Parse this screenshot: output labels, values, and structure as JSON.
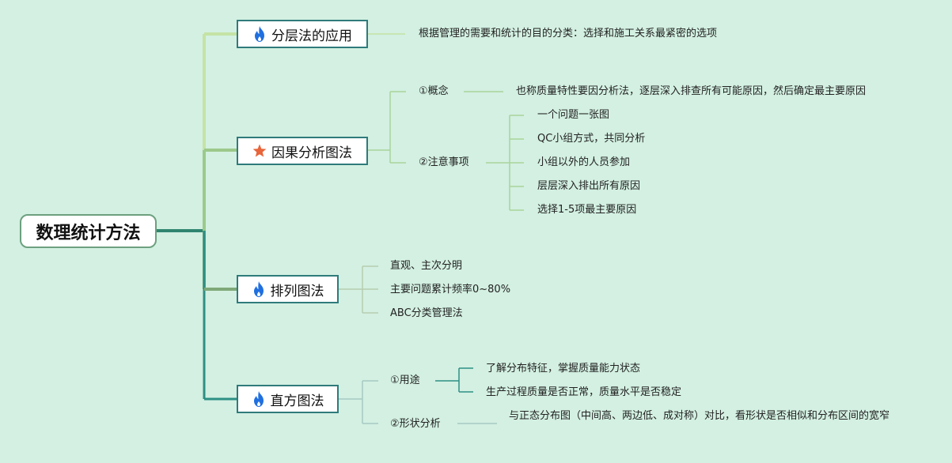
{
  "root": {
    "label": "数理统计方法"
  },
  "branches": [
    {
      "label": "分层法的应用",
      "icon": "fire-icon",
      "children": [
        {
          "label": "根据管理的需要和统计的目的分类：选择和施工关系最紧密的选项"
        }
      ]
    },
    {
      "label": "因果分析图法",
      "icon": "star-icon",
      "children": [
        {
          "label": "①概念",
          "children": [
            {
              "label": "也称质量特性要因分析法，逐层深入排查所有可能原因，然后确定最主要原因"
            }
          ]
        },
        {
          "label": "②注意事项",
          "children": [
            {
              "label": "一个问题一张图"
            },
            {
              "label": "QC小组方式，共同分析"
            },
            {
              "label": "小组以外的人员参加"
            },
            {
              "label": "层层深入排出所有原因"
            },
            {
              "label": "选择1-5项最主要原因"
            }
          ]
        }
      ]
    },
    {
      "label": "排列图法",
      "icon": "fire-icon",
      "children": [
        {
          "label": "直观、主次分明"
        },
        {
          "label": "主要问题累计频率0~80%"
        },
        {
          "label": "ABC分类管理法"
        }
      ]
    },
    {
      "label": "直方图法",
      "icon": "fire-icon",
      "children": [
        {
          "label": "①用途",
          "children": [
            {
              "label": "了解分布特征，掌握质量能力状态"
            },
            {
              "label": "生产过程质量是否正常，质量水平是否稳定"
            }
          ]
        },
        {
          "label": "②形状分析",
          "children": [
            {
              "label": "与正态分布图（中间高、两边低、成对称）对比，看形状是否相似和分布区间的宽窄"
            }
          ]
        }
      ]
    }
  ],
  "colors": {
    "background": "#d3f0e2",
    "fire": "#1f6fe0",
    "star": "#e8643a",
    "branch_border": "#2f7b7b"
  }
}
